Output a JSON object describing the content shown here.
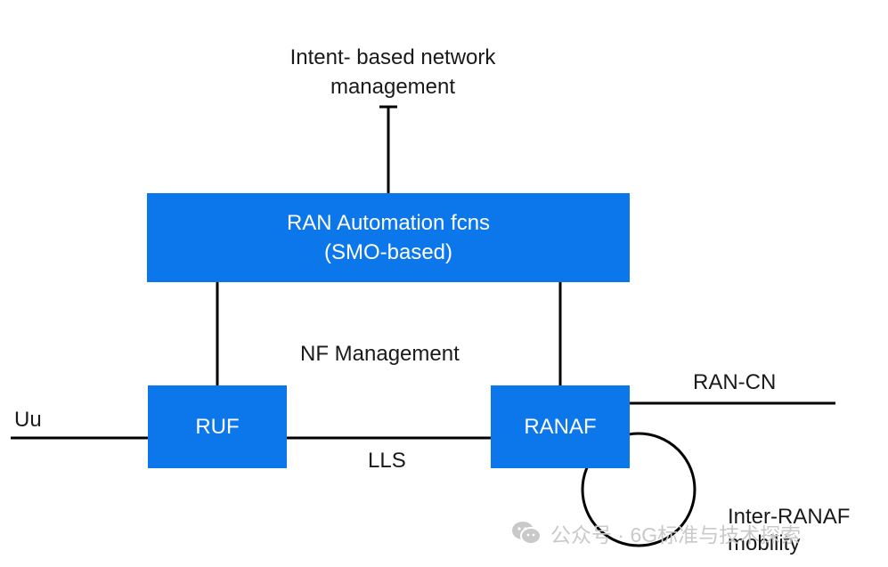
{
  "diagram": {
    "top_label": {
      "line1": "Intent- based network",
      "line2": "management"
    },
    "main_box": {
      "line1": "RAN Automation fcns",
      "line2": "(SMO-based)"
    },
    "middle_label": "NF Management",
    "ruf_box": "RUF",
    "ranaf_box": "RANAF",
    "uu_label": "Uu",
    "lls_label": "LLS",
    "rancn_label": "RAN-CN",
    "loop_label": {
      "line1": "Inter-RANAF",
      "line2": "mobility"
    }
  },
  "colors": {
    "box_fill": "#0c77ea",
    "line": "#000000",
    "text": "#1a1a1a",
    "watermark": "#c9c9c9"
  },
  "watermark": {
    "icon": "wechat-icon",
    "text": "公众号 · 6G标准与技术探索"
  }
}
